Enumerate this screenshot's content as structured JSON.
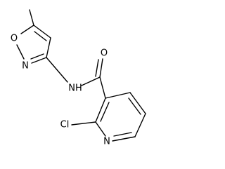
{
  "molecule": {
    "atoms": {
      "ring_oxygen": "O",
      "ring_nitrogen": "N",
      "amide_nh": "NH",
      "carbonyl_oxygen": "O",
      "chlorine": "Cl",
      "pyridine_nitrogen": "N"
    }
  }
}
